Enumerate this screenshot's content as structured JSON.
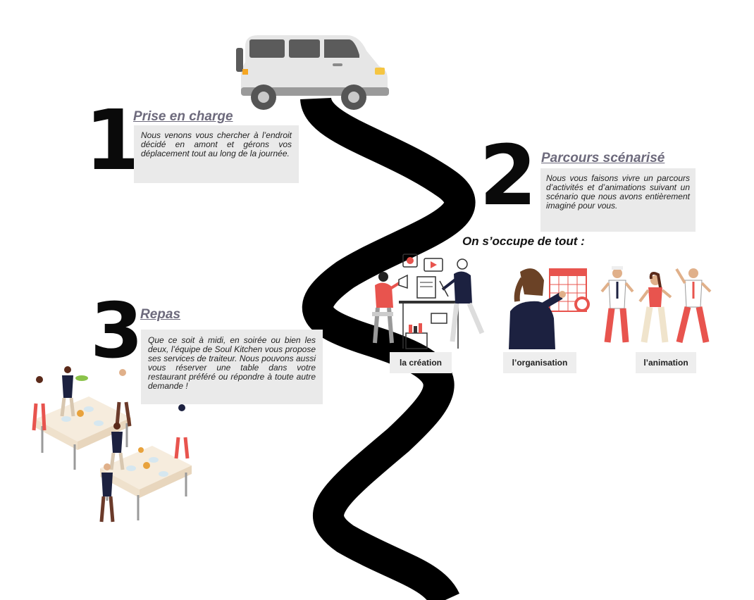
{
  "steps": [
    {
      "number": "1",
      "title": "Prise en charge",
      "text": "Nous venons vous chercher à l’endroit décidé en amont et gérons vos déplacement tout au long de la journée."
    },
    {
      "number": "2",
      "title": "Parcours scénarisé",
      "text": "Nous vous faisons vivre un parcours d’activités et d’animations suivant un scénario que nous avons entièrement imaginé pour vous."
    },
    {
      "number": "3",
      "title": "Repas",
      "text": "Que ce soit à midi, en soirée ou bien les deux, l’équipe de Soul Kitchen vous propose ses services de traiteur. Nous pouvons aussi vous réserver une table dans votre restaurant préféré ou répondre à toute autre demande !"
    }
  ],
  "services": {
    "heading": "On s’occupe de tout :",
    "items": [
      "la création",
      "l’organisation",
      "l’animation"
    ]
  },
  "colors": {
    "road": "#000000",
    "title": "#6d6a7c",
    "box": "#eaeaea",
    "van": "#e6e6e6",
    "accent": "#e8544e"
  },
  "icons": [
    "van-illustration",
    "creation-team-illustration",
    "organisation-calendar-illustration",
    "animation-dancers-illustration",
    "catering-banquet-illustration"
  ]
}
